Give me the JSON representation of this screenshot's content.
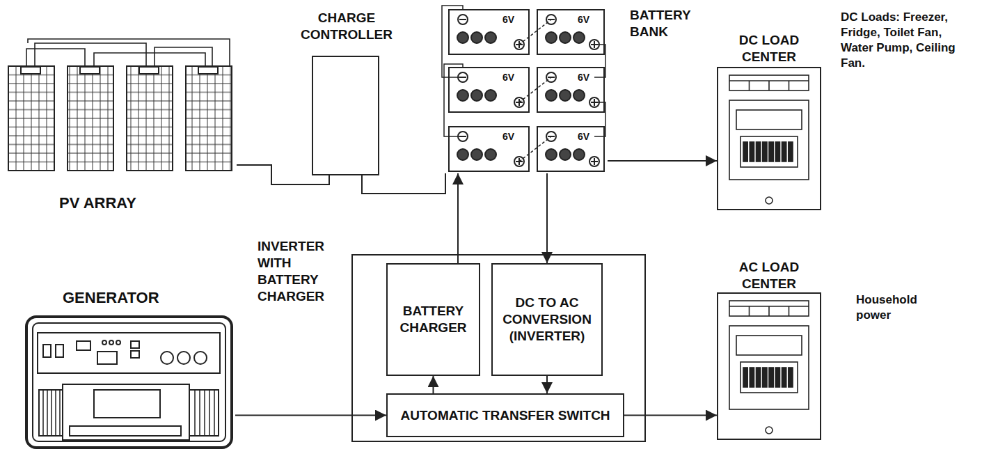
{
  "diagram": {
    "nodes": [
      {
        "text": [
          "PV ARRAY"
        ]
      },
      {
        "text": [
          "CHARGE CONTROLLER"
        ]
      },
      {
        "text": [
          "BATTERY BANK"
        ]
      },
      {
        "text": [
          "DC LOAD CENTER"
        ]
      },
      {
        "text": [
          "GENERATOR"
        ]
      },
      {
        "text": [
          "INVERTER WITH BATTERY CHARGER"
        ]
      },
      {
        "text": [
          "BATTERY CHARGER"
        ],
        "in": 5
      },
      {
        "text": [
          "DC TO AC CONVERSION (INVERTER)"
        ],
        "in": 5
      },
      {
        "text": [
          "AUTOMATIC TRANSFER SWITCH"
        ],
        "in": 5
      },
      {
        "text": [
          "AC LOAD CENTER"
        ]
      }
    ],
    "edges": [
      {
        "from": 0,
        "to": 1,
        "arrow": "none"
      },
      {
        "from": 1,
        "to": 2,
        "arrow": "none"
      },
      {
        "from": 2,
        "to": 3,
        "arrow": "to"
      },
      {
        "from": 6,
        "to": 2,
        "arrow": "to"
      },
      {
        "from": 2,
        "to": 7,
        "arrow": "to"
      },
      {
        "from": 4,
        "to": 8,
        "arrow": "to"
      },
      {
        "from": 8,
        "to": 6,
        "arrow": "to"
      },
      {
        "from": 7,
        "to": 8,
        "arrow": "to"
      },
      {
        "from": 8,
        "to": 9,
        "arrow": "to"
      }
    ],
    "labels": [
      "6V",
      "6V",
      "6V",
      "6V",
      "6V",
      "6V",
      "DC Loads: Freezer, Fridge, Toilet Fan, Water Pump, Ceiling Fan.",
      "Household power"
    ]
  }
}
